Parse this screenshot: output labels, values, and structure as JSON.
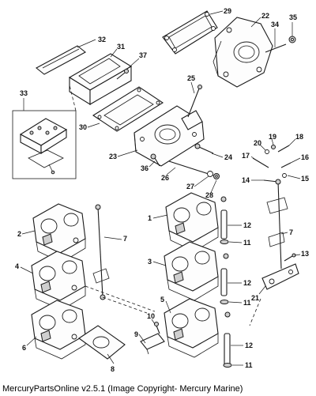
{
  "diagram": {
    "caption": "MercuryPartsOnline v2.5.1 (Image Copyright- Mercury Marine)",
    "callouts": [
      "1",
      "2",
      "3",
      "4",
      "5",
      "6",
      "7",
      "7",
      "7",
      "8",
      "9",
      "10",
      "11",
      "11",
      "11",
      "12",
      "12",
      "12",
      "13",
      "14",
      "15",
      "16",
      "17",
      "18",
      "19",
      "20",
      "21",
      "22",
      "23",
      "24",
      "25",
      "26",
      "27",
      "28",
      "29",
      "30",
      "31",
      "32",
      "33",
      "34",
      "35",
      "36",
      "37"
    ]
  }
}
